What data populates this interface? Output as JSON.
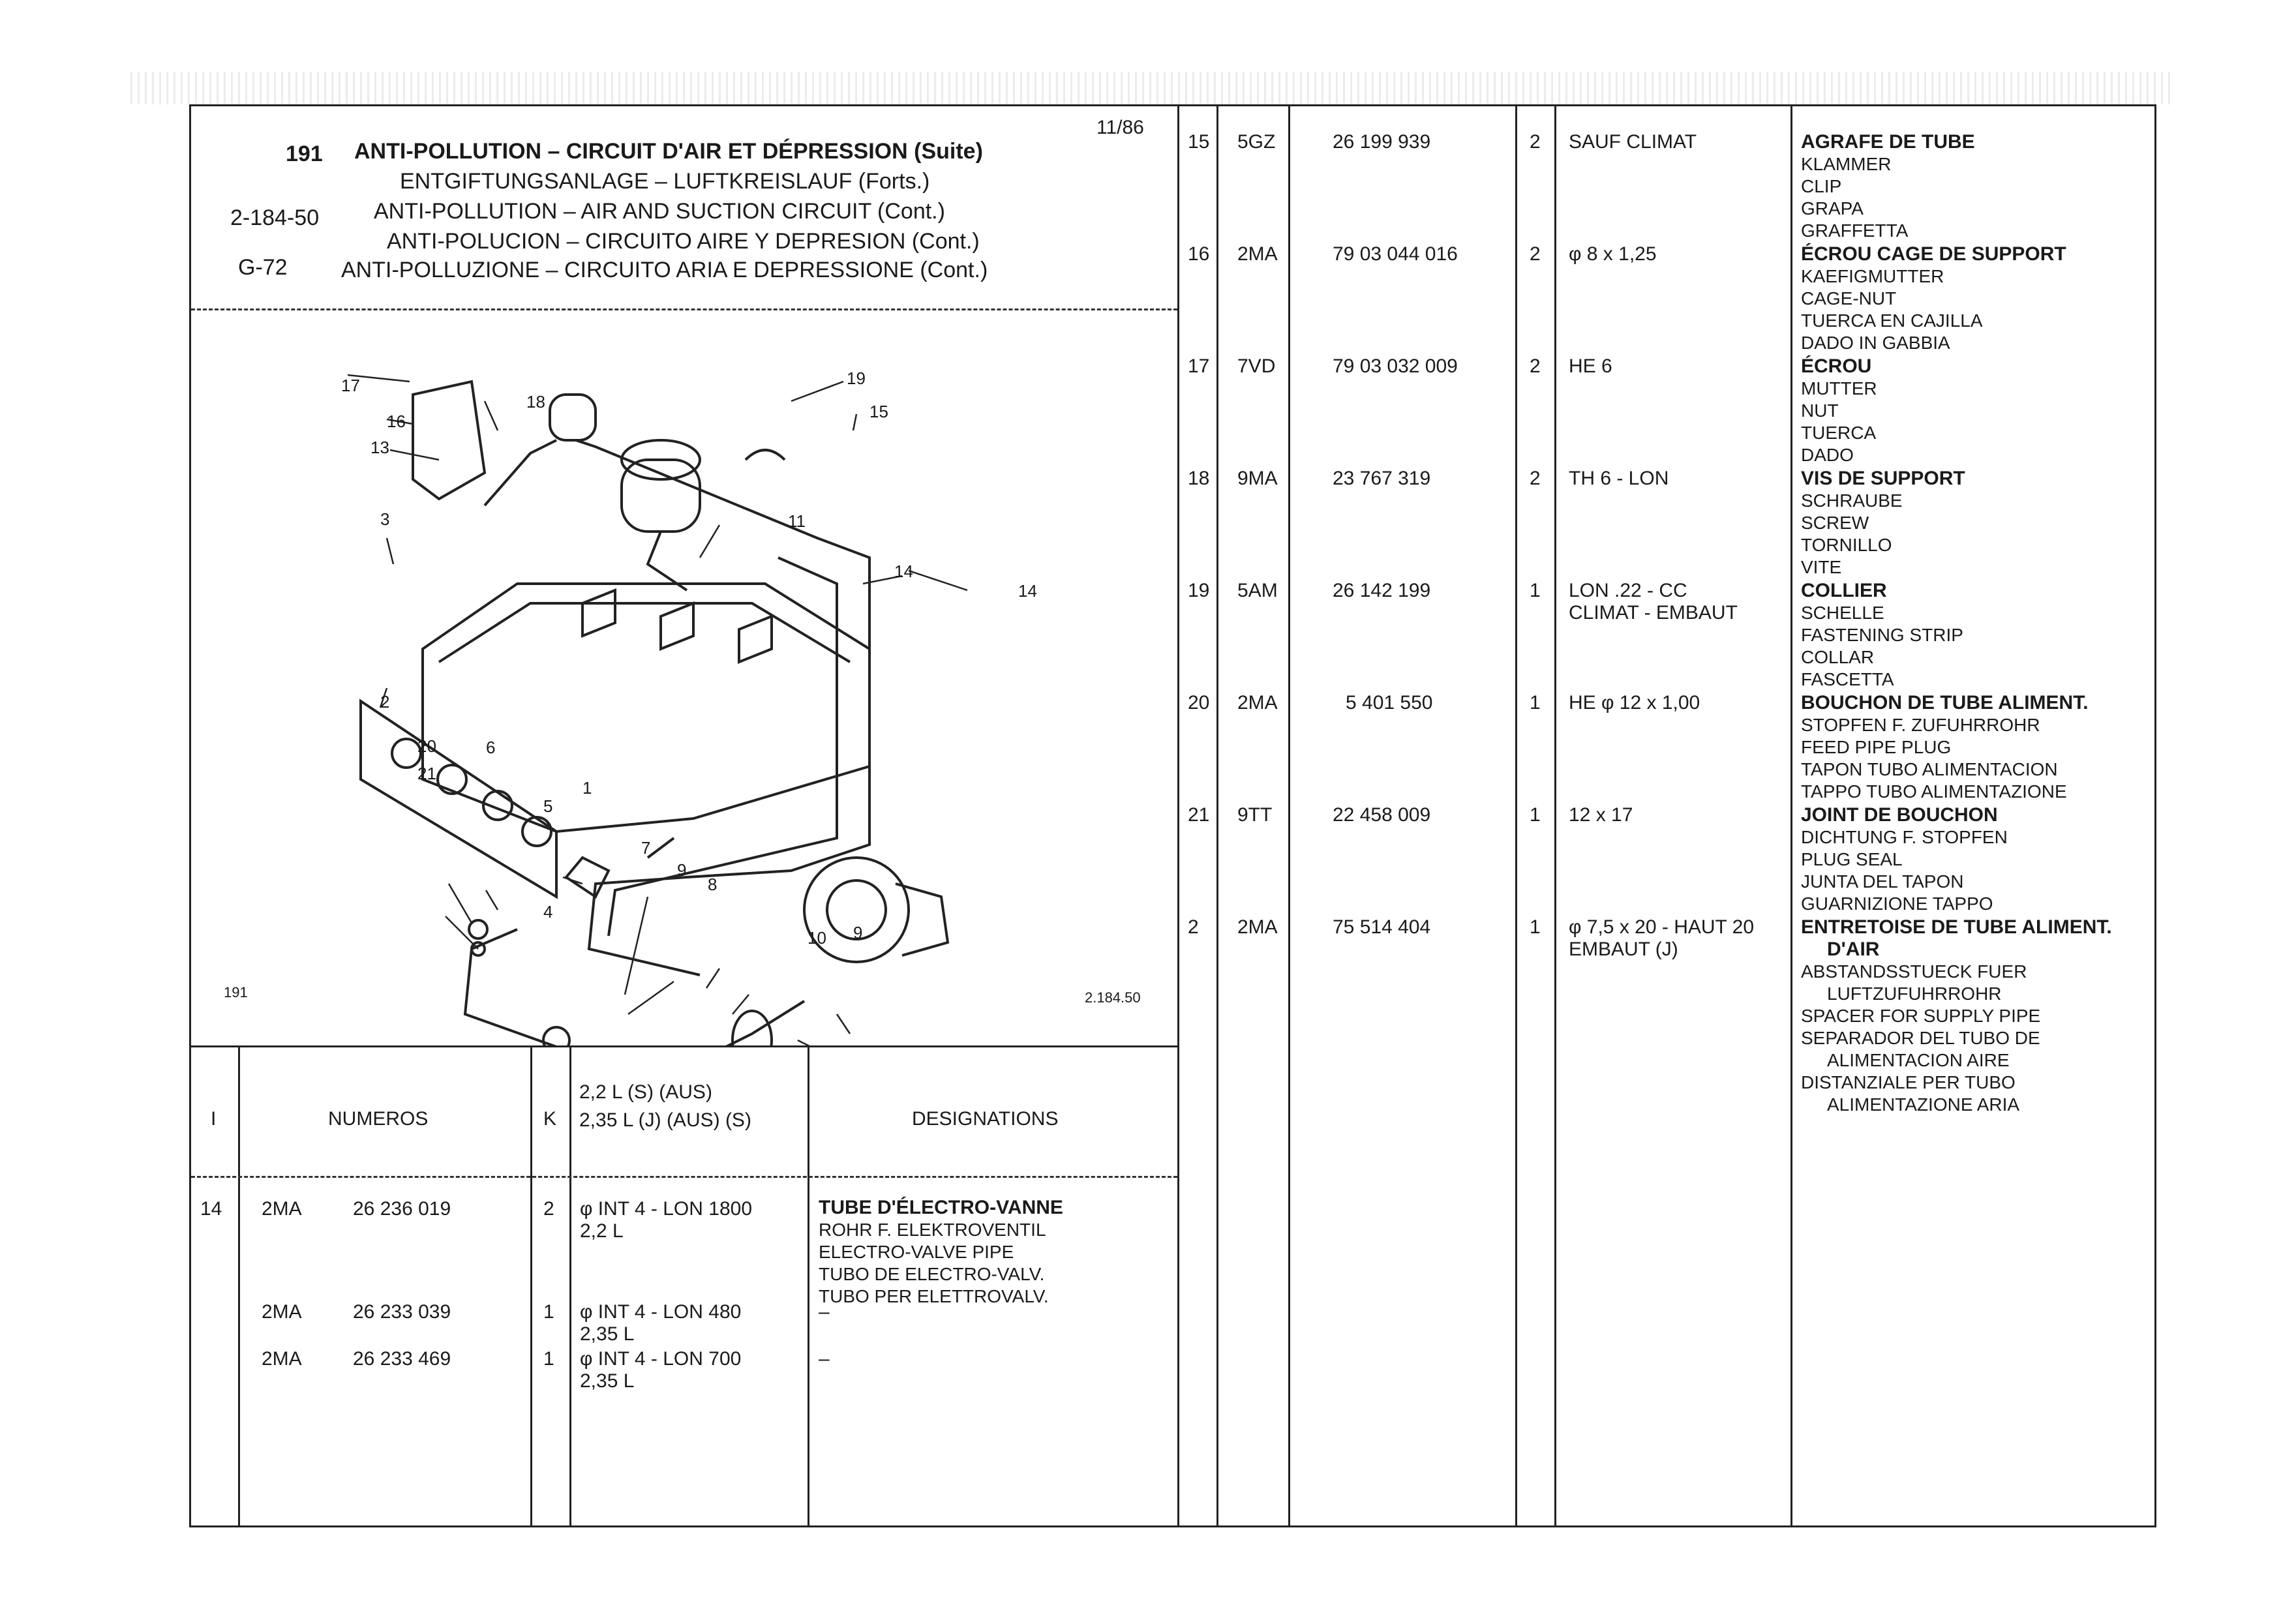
{
  "header": {
    "code": "191",
    "code2": "2-184-50",
    "code3": "G-72",
    "date": "11/86",
    "titles": [
      "ANTI-POLLUTION – CIRCUIT D'AIR ET DÉPRESSION (Suite)",
      "ENTGIFTUNGSANLAGE – LUFTKREISLAUF (Forts.)",
      "ANTI-POLLUTION – AIR AND SUCTION CIRCUIT (Cont.)",
      "ANTI-POLUCION – CIRCUITO AIRE Y DEPRESION (Cont.)",
      "ANTI-POLLUZIONE – CIRCUITO ARIA E DEPRESSIONE (Cont.)"
    ]
  },
  "diagram": {
    "ref_left": "191",
    "ref_right": "2.184.50",
    "callouts": [
      "17",
      "16",
      "13",
      "18",
      "19",
      "15",
      "3",
      "11",
      "14",
      "14",
      "2",
      "20",
      "6",
      "21",
      "5",
      "1",
      "7",
      "9",
      "8",
      "4",
      "10",
      "9"
    ]
  },
  "columns": {
    "idx": "I",
    "numeros": "NUMEROS",
    "k": "K",
    "variant_line1": "2,2 L (S) (AUS)",
    "variant_line2": "2,35 L (J) (AUS) (S)",
    "designations": "DESIGNATIONS"
  },
  "left_rows": [
    {
      "idx": "14",
      "code": "2MA",
      "num": "26 236 019",
      "k": "2",
      "spec": [
        "φ INT 4 - LON 1800",
        "2,2 L"
      ],
      "desc_bold": "TUBE D'ÉLECTRO-VANNE",
      "desc": [
        "ROHR F. ELEKTROVENTIL",
        "ELECTRO-VALVE PIPE",
        "TUBO DE ELECTRO-VALV.",
        "TUBO PER ELETTROVALV."
      ]
    },
    {
      "idx": "",
      "code": "2MA",
      "num": "26 233 039",
      "k": "1",
      "spec": [
        "φ INT 4 - LON 480",
        "2,35 L"
      ],
      "desc_bold": "–",
      "desc": []
    },
    {
      "idx": "",
      "code": "2MA",
      "num": "26 233 469",
      "k": "1",
      "spec": [
        "φ INT 4 - LON 700",
        "2,35 L"
      ],
      "desc_bold": "–",
      "desc": []
    }
  ],
  "right_rows": [
    {
      "idx": "15",
      "code": "5GZ",
      "num": "26 199 939",
      "k": "2",
      "spec": [
        "SAUF CLIMAT"
      ],
      "desc_bold": "AGRAFE DE TUBE",
      "desc": [
        "KLAMMER",
        "CLIP",
        "GRAPA",
        "GRAFFETTA"
      ]
    },
    {
      "idx": "16",
      "code": "2MA",
      "num": "79 03 044 016",
      "k": "2",
      "spec": [
        "φ 8 x 1,25"
      ],
      "desc_bold": "ÉCROU CAGE DE SUPPORT",
      "desc": [
        "KAEFIGMUTTER",
        "CAGE-NUT",
        "TUERCA EN CAJILLA",
        "DADO IN GABBIA"
      ]
    },
    {
      "idx": "17",
      "code": "7VD",
      "num": "79 03 032 009",
      "k": "2",
      "spec": [
        "HE 6"
      ],
      "desc_bold": "ÉCROU",
      "desc": [
        "MUTTER",
        "NUT",
        "TUERCA",
        "DADO"
      ]
    },
    {
      "idx": "18",
      "code": "9MA",
      "num": "23 767 319",
      "k": "2",
      "spec": [
        "TH 6 - LON"
      ],
      "desc_bold": "VIS DE SUPPORT",
      "desc": [
        "SCHRAUBE",
        "SCREW",
        "TORNILLO",
        "VITE"
      ]
    },
    {
      "idx": "19",
      "code": "5AM",
      "num": "26 142 199",
      "k": "1",
      "spec": [
        "LON .22 - CC",
        "CLIMAT - EMBAUT"
      ],
      "desc_bold": "COLLIER",
      "desc": [
        "SCHELLE",
        "FASTENING STRIP",
        "COLLAR",
        "FASCETTA"
      ]
    },
    {
      "idx": "20",
      "code": "2MA",
      "num": "5 401 550",
      "k": "1",
      "spec": [
        "HE φ 12 x 1,00"
      ],
      "desc_bold": "BOUCHON DE TUBE ALIMENT.",
      "desc": [
        "STOPFEN F. ZUFUHRROHR",
        "FEED PIPE PLUG",
        "TAPON TUBO ALIMENTACION",
        "TAPPO TUBO ALIMENTAZIONE"
      ]
    },
    {
      "idx": "21",
      "code": "9TT",
      "num": "22 458 009",
      "k": "1",
      "spec": [
        "12 x 17"
      ],
      "desc_bold": "JOINT DE BOUCHON",
      "desc": [
        "DICHTUNG F. STOPFEN",
        "PLUG SEAL",
        "JUNTA DEL TAPON",
        "GUARNIZIONE TAPPO"
      ]
    },
    {
      "idx": "2",
      "code": "2MA",
      "num": "75 514 404",
      "k": "1",
      "spec": [
        "φ 7,5 x 20 - HAUT 20",
        "EMBAUT (J)"
      ],
      "desc_bold": "ENTRETOISE DE TUBE ALIMENT.",
      "desc_bold2": "D'AIR",
      "desc": [
        "ABSTANDSSTUECK FUER",
        "LUFTZUFUHRROHR",
        "SPACER FOR SUPPLY PIPE",
        "SEPARADOR DEL TUBO DE",
        "ALIMENTACION AIRE",
        "DISTANZIALE PER TUBO",
        "ALIMENTAZIONE ARIA"
      ]
    }
  ]
}
